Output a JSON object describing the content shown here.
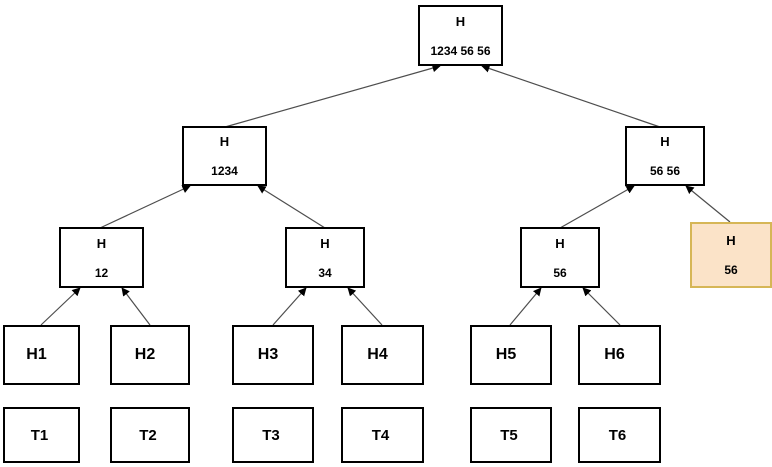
{
  "diagram": {
    "title": "merkle-tree-hash-diagram",
    "colors": {
      "node_fill": "#ffffff",
      "node_border": "#000000",
      "highlight_fill": "#fbe3c8",
      "highlight_border": "#d6b656",
      "edge": "#4d4d4d",
      "background": "#ffffff"
    },
    "nodes": {
      "root": {
        "title": "H",
        "value": "1234 56 56"
      },
      "level2_left": {
        "title": "H",
        "value": "1234"
      },
      "level2_right": {
        "title": "H",
        "value": "56 56"
      },
      "level3_a": {
        "title": "H",
        "value": "12"
      },
      "level3_b": {
        "title": "H",
        "value": "34"
      },
      "level3_c": {
        "title": "H",
        "value": "56"
      },
      "level3_d": {
        "title": "H",
        "value": "56",
        "highlighted": true
      }
    },
    "hash_leaves": [
      {
        "label": "H1"
      },
      {
        "label": "H2"
      },
      {
        "label": "H3"
      },
      {
        "label": "H4"
      },
      {
        "label": "H5"
      },
      {
        "label": "H6"
      }
    ],
    "transaction_leaves": [
      {
        "label": "T1"
      },
      {
        "label": "T2"
      },
      {
        "label": "T3"
      },
      {
        "label": "T4"
      },
      {
        "label": "T5"
      },
      {
        "label": "T6"
      }
    ]
  }
}
